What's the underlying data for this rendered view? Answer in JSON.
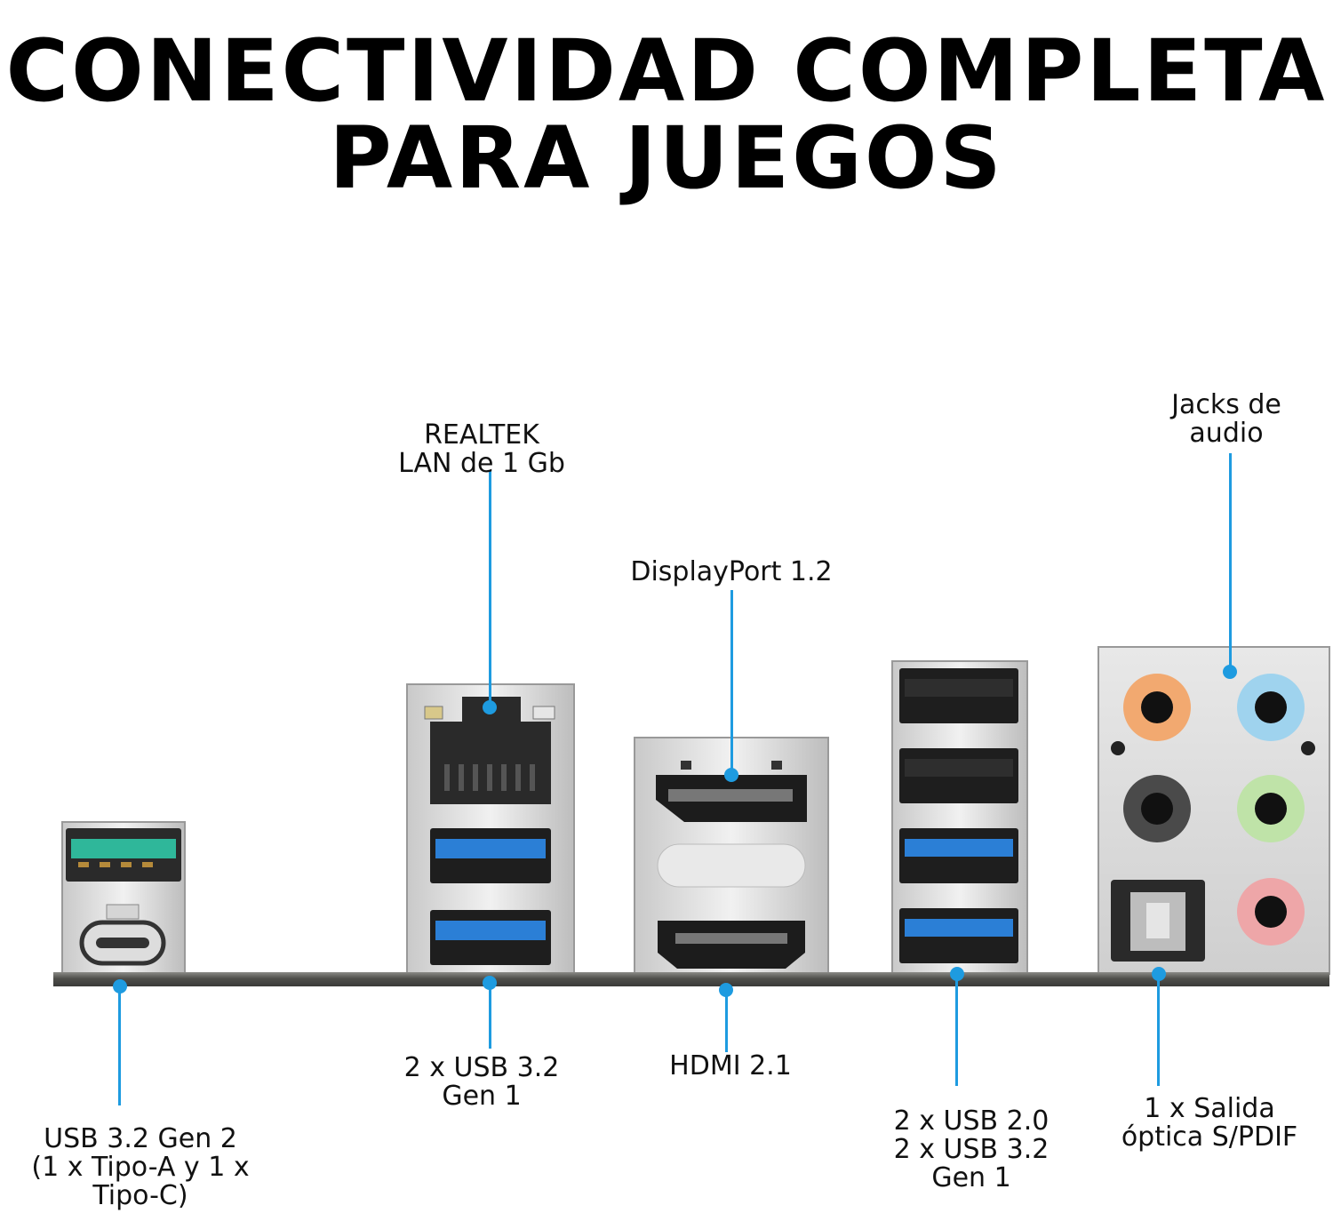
{
  "title": {
    "line1": "CONECTIVIDAD COMPLETA",
    "line2": "PARA JUEGOS"
  },
  "labels": {
    "lan": [
      "REALTEK",
      "LAN de 1 Gb"
    ],
    "displayport": [
      "DisplayPort 1.2"
    ],
    "audio": [
      "Jacks de",
      "audio"
    ],
    "usb_gen2": [
      "USB 3.2 Gen 2",
      "(1 x Tipo-A y 1 x",
      "Tipo-C)"
    ],
    "usb_gen1": [
      "2 x USB 3.2",
      "Gen 1"
    ],
    "hdmi": [
      "HDMI 2.1"
    ],
    "usb_mixed": [
      "2 x USB 2.0",
      "2 x USB 3.2",
      "Gen 1"
    ],
    "spdif": [
      "1 x Salida",
      "óptica S/PDIF"
    ]
  },
  "colors": {
    "leader": "#1e9be0",
    "usb3_blue": "#2b7fd6",
    "usb_gen2_teal": "#2fb79a",
    "audio_orange": "#f2a970",
    "audio_blue": "#9fd3ee",
    "audio_black": "#4a4a4a",
    "audio_green": "#bfe3a8",
    "audio_pink": "#eea6a8"
  }
}
